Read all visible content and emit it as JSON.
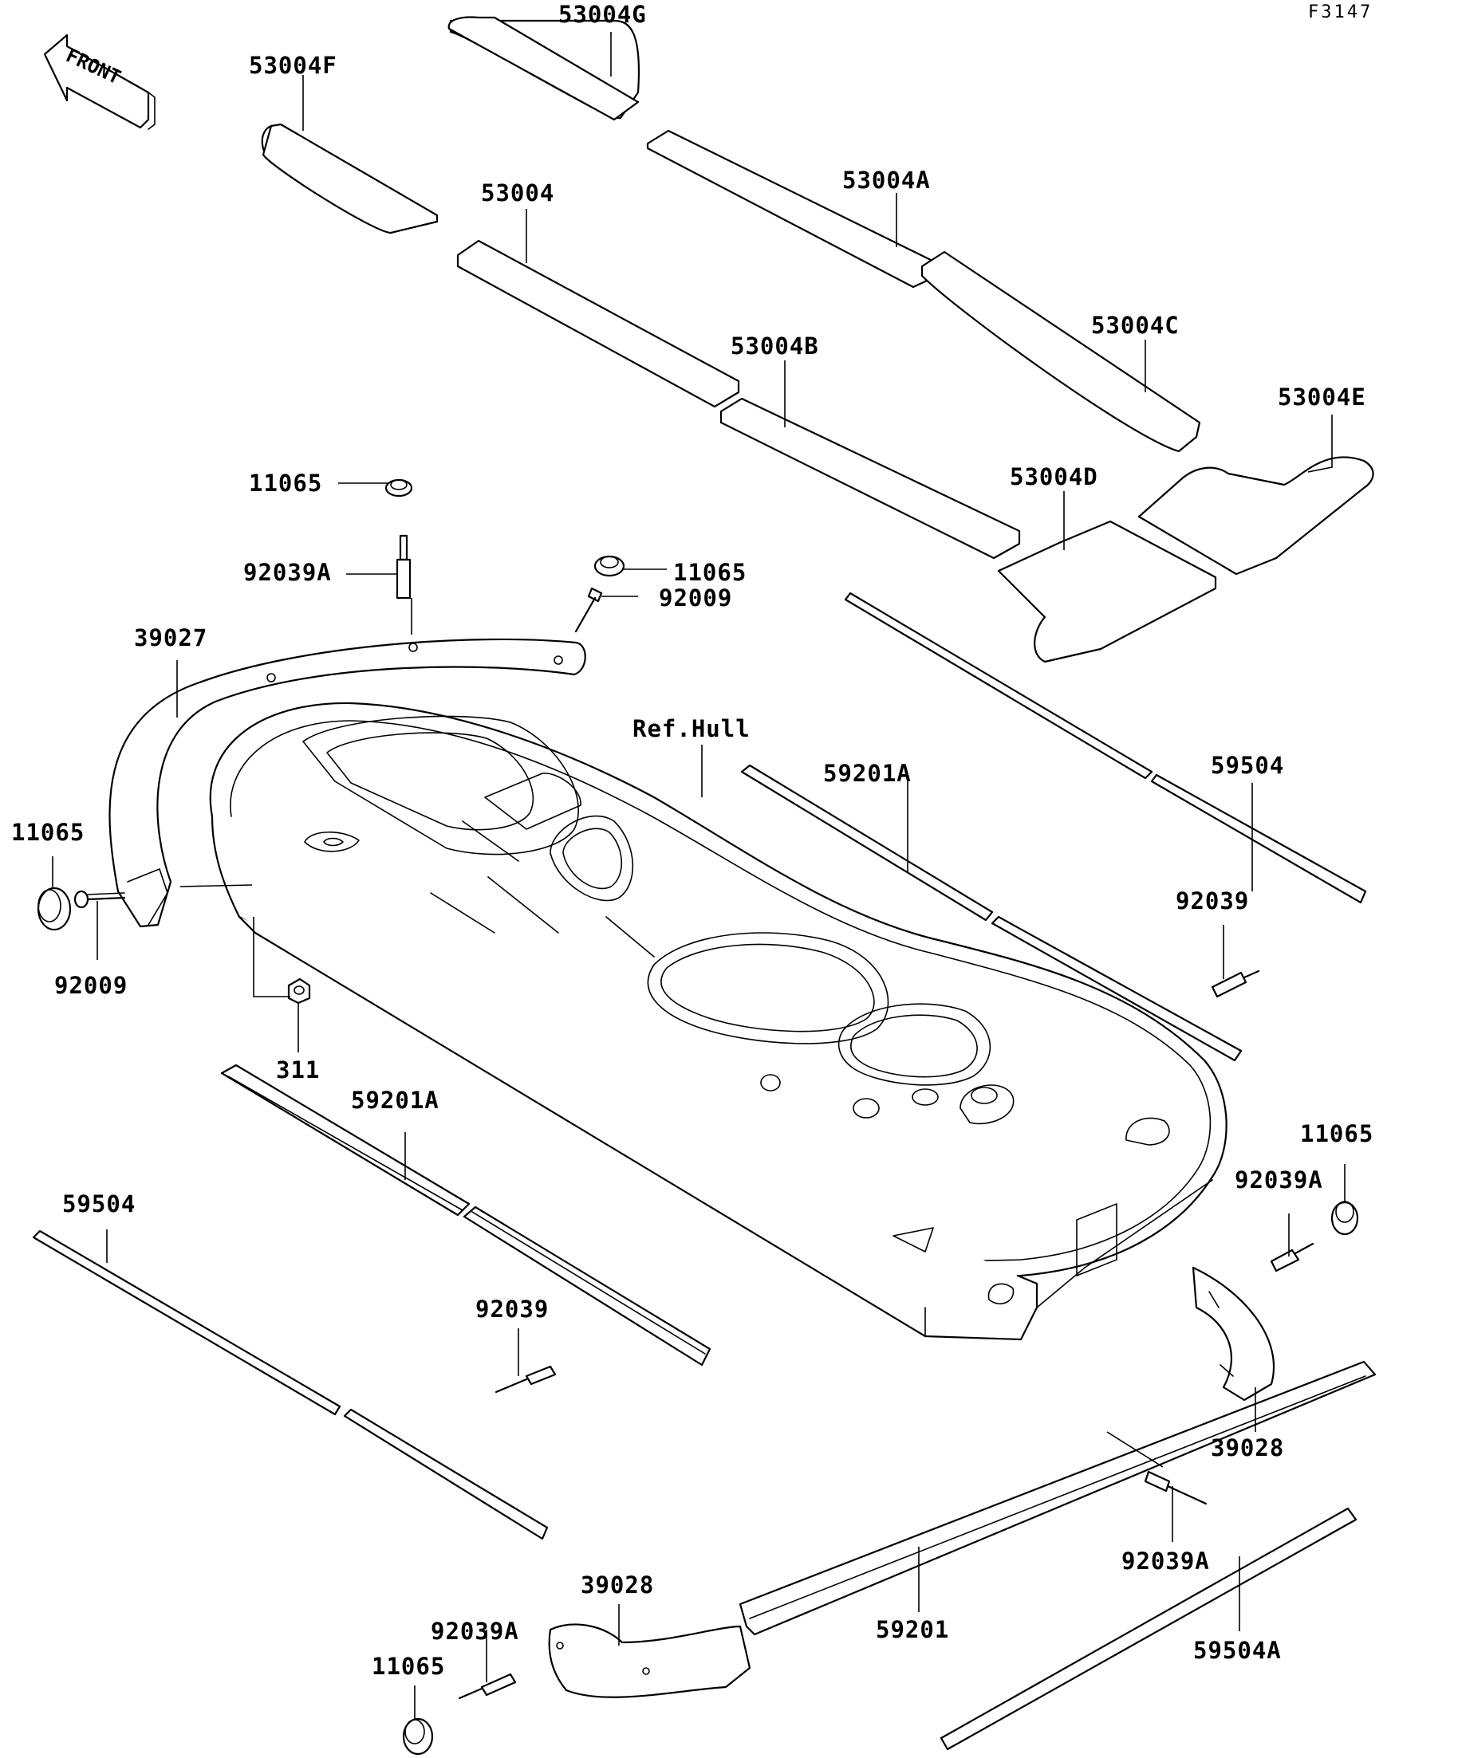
{
  "figure_code": "F3147",
  "front_indicator": "FRONT",
  "callouts": {
    "mat_g": "53004G",
    "mat_f": "53004F",
    "mat_a": "53004A",
    "mat_base": "53004",
    "mat_c": "53004C",
    "mat_b": "53004B",
    "mat_e": "53004E",
    "mat_d": "53004D",
    "cap_top": "11065",
    "rivet_a_top": "92039A",
    "cap_right_top": "11065",
    "screw_top": "92009",
    "bumper_front": "39027",
    "ref_hull": "Ref.Hull",
    "rail_59201a_right": "59201A",
    "rail_59504_right": "59504",
    "cap_left": "11065",
    "screw_left": "92009",
    "nut_311": "311",
    "rivet_right": "92039",
    "rail_59201a_left": "59201A",
    "cap_right_mid": "11065",
    "rivet_a_right_mid": "92039A",
    "rail_59504_left": "59504",
    "rivet_left": "92039",
    "bumper_rear_right": "39028",
    "rivet_a_right_low": "92039A",
    "bumper_rear_left": "39028",
    "rivet_a_bottom": "92039A",
    "rail_59201": "59201",
    "rail_59504a": "59504A",
    "cap_bottom": "11065"
  },
  "colors": {
    "line": "#000000",
    "background": "#ffffff"
  }
}
